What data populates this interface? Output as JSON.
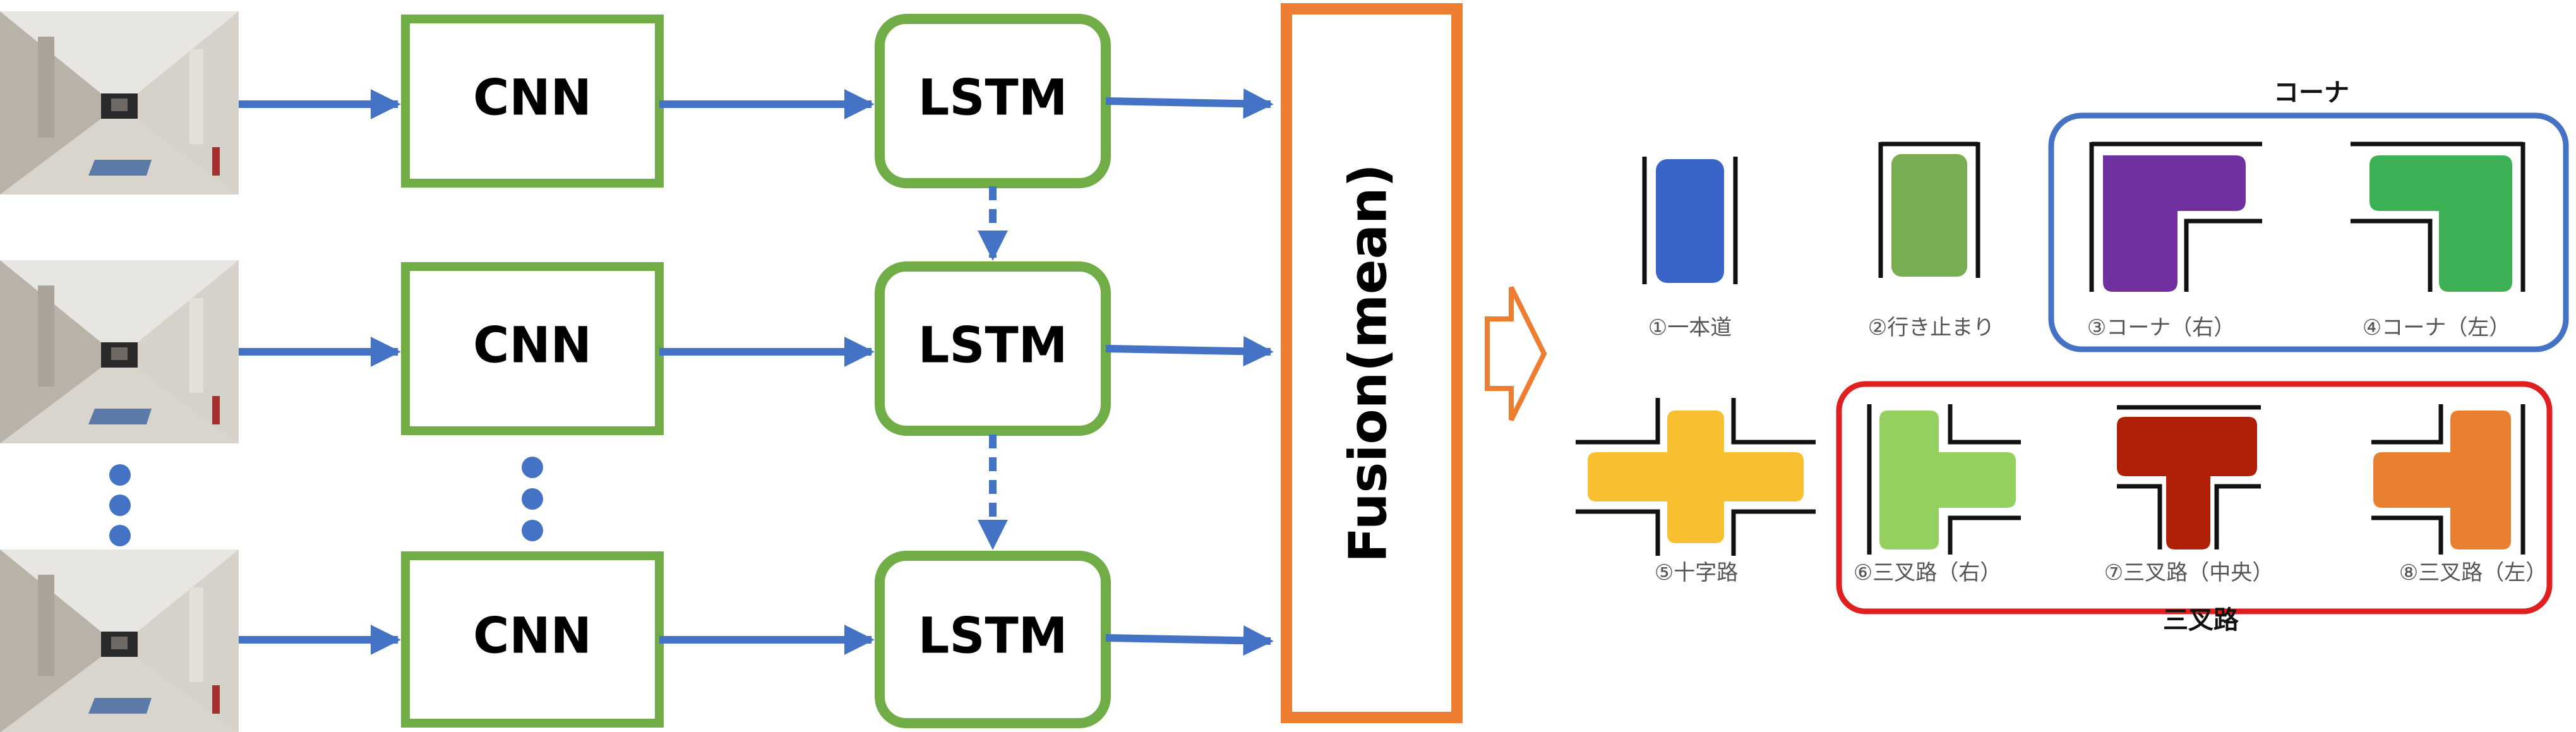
{
  "pipeline": {
    "cnn_label": "CNN",
    "lstm_label": "LSTM",
    "fusion_label": "Fusion(mean)"
  },
  "classes": {
    "corner_group": "コーナ",
    "trifurcation_group": "三叉路",
    "items": [
      {
        "label": "①一本道",
        "color": "#3a64c8"
      },
      {
        "label": "②行き止まり",
        "color": "#78ad52"
      },
      {
        "label": "③コーナ（右）",
        "color": "#7030a0"
      },
      {
        "label": "④コーナ（左）",
        "color": "#3cb054"
      },
      {
        "label": "⑤十字路",
        "color": "#f8c030"
      },
      {
        "label": "⑥三叉路（右）",
        "color": "#94d060"
      },
      {
        "label": "⑦三叉路（中央）",
        "color": "#b02008"
      },
      {
        "label": "⑧三叉路（左）",
        "color": "#e88030"
      }
    ]
  },
  "colors": {
    "arrow": "#4472c4",
    "box_border": "#70ad47",
    "fusion_border": "#ed7d31",
    "corner_frame": "#4472c4",
    "trifurcation_frame": "#e02020"
  }
}
